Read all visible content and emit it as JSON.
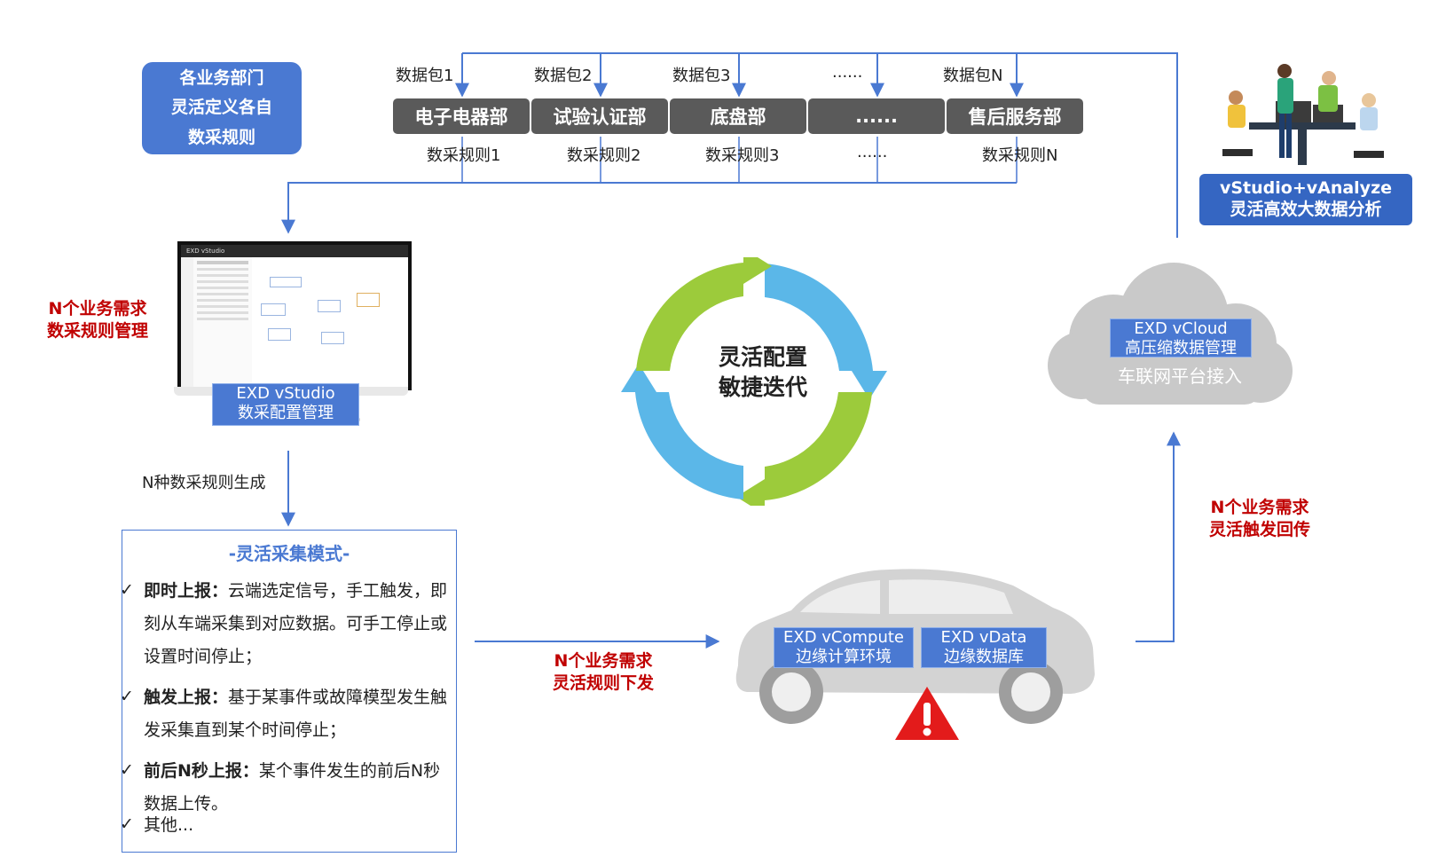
{
  "dept_note": [
    "各业务部门",
    "灵活定义各自",
    "数采规则"
  ],
  "packages": [
    "数据包1",
    "数据包2",
    "数据包3",
    "......",
    "数据包N"
  ],
  "departments": [
    "电子电器部",
    "试验认证部",
    "底盘部",
    "......",
    "售后服务部"
  ],
  "rules": [
    "数采规则1",
    "数采规则2",
    "数采规则3",
    "......",
    "数采规则N"
  ],
  "people_caption": [
    "vStudio+vAnalyze",
    "灵活高效大数据分析"
  ],
  "left_red": [
    "N个业务需求",
    "数采规则管理"
  ],
  "vstudio": {
    "window_title": "EXD vStudio",
    "label_line1": "EXD vStudio",
    "label_line2": "数采配置管理"
  },
  "generate_label": "N种数采规则生成",
  "center_cycle": [
    "灵活配置",
    "敏捷迭代"
  ],
  "cloud": {
    "line1": "EXD vCloud",
    "line2": "高压缩数据管理",
    "line3": "车联网平台接入"
  },
  "right_red": [
    "N个业务需求",
    "灵活触发回传"
  ],
  "bottom_red": [
    "N个业务需求",
    "灵活规则下发"
  ],
  "car_labels": {
    "compute_line1": "EXD vCompute",
    "compute_line2": "边缘计算环境",
    "data_line1": "EXD vData",
    "data_line2": "边缘数据库"
  },
  "modes": {
    "title": "-灵活采集模式-",
    "items": [
      {
        "bold": "即时上报：",
        "text": "云端选定信号，手工触发，即刻从车端采集到对应数据。可手工停止或设置时间停止；"
      },
      {
        "bold": "触发上报：",
        "text": "基于某事件或故障模型发生触发采集直到某个时间停止；"
      },
      {
        "bold": "前后N秒上报：",
        "text": "某个事件发生的前后N秒数据上传。"
      },
      {
        "bold": "",
        "text": "其他..."
      }
    ]
  },
  "colors": {
    "accent_blue": "#4a79d2",
    "dept_gray": "#5a5a5a",
    "red": "#c00000",
    "cycle_green": "#9ccb3b",
    "cycle_blue": "#5bb7e8",
    "cloud_gray": "#c9c9c9"
  }
}
